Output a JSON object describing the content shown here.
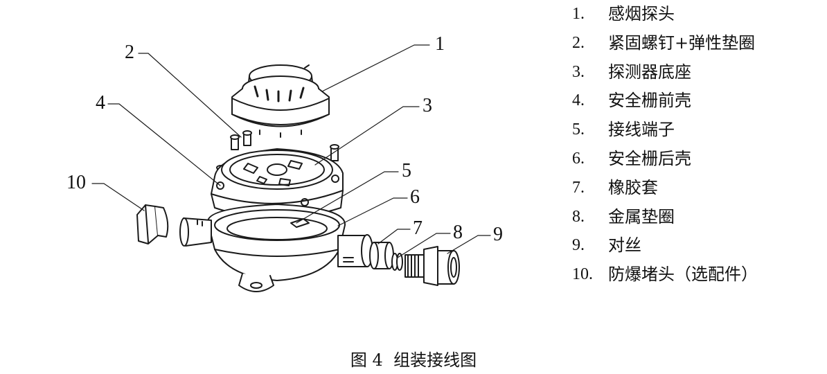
{
  "callouts": [
    "1",
    "2",
    "3",
    "4",
    "5",
    "6",
    "7",
    "8",
    "9",
    "10"
  ],
  "legend": [
    {
      "num": "1.",
      "label": "感烟探头"
    },
    {
      "num": "2.",
      "label": "紧固螺钉+弹性垫圈"
    },
    {
      "num": "3.",
      "label": "探测器底座"
    },
    {
      "num": "4.",
      "label": "安全栅前壳"
    },
    {
      "num": "5.",
      "label": "接线端子"
    },
    {
      "num": "6.",
      "label": "安全栅后壳"
    },
    {
      "num": "7.",
      "label": "橡胶套"
    },
    {
      "num": "8.",
      "label": "金属垫圈"
    },
    {
      "num": "9.",
      "label": "对丝"
    },
    {
      "num": "10.",
      "label": "防爆堵头（选配件）"
    }
  ],
  "caption": "图 4  组装接线图"
}
